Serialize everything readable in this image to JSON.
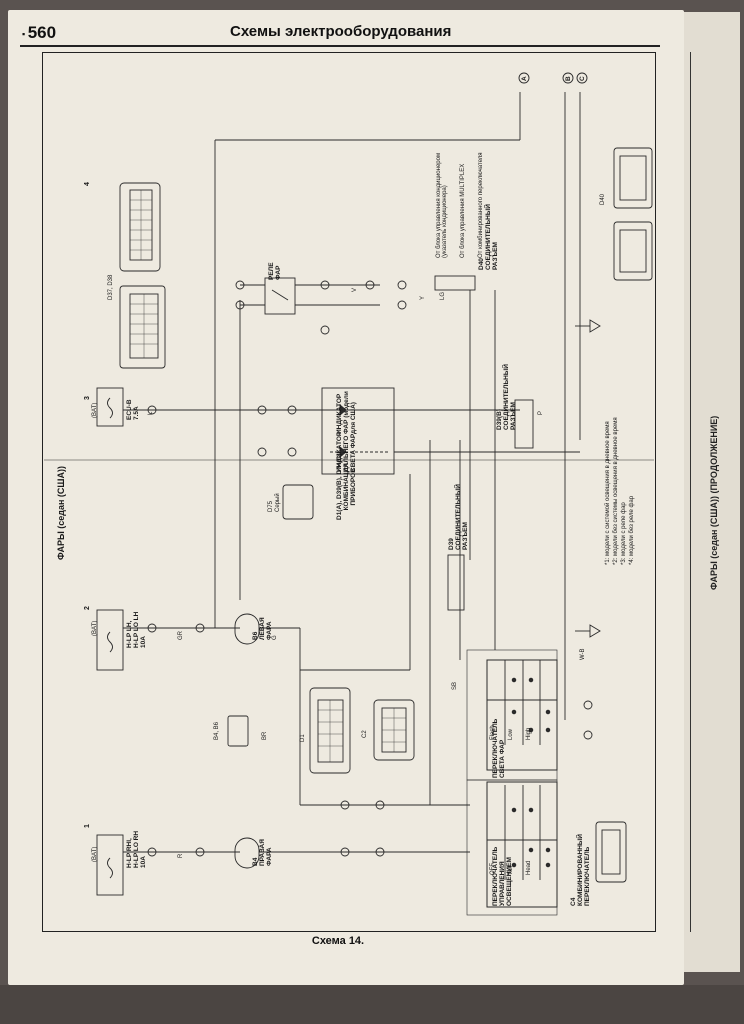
{
  "header": {
    "page_number": "560",
    "title": "Схемы электрооборудования"
  },
  "diagram_title": "ФАРЫ (седан (США))",
  "side_title": "ФАРЫ (седан (США)) (ПРОДОЛЖЕНИЕ)",
  "caption": "Схема 14.",
  "grid_numbers": [
    "1",
    "2",
    "3",
    "4"
  ],
  "fuses": [
    {
      "label": "H-LP RHI,\nH-LP LO RH\n10A"
    },
    {
      "label": "H-LP LH,\nH-LP LO LH\n10A"
    },
    {
      "label": "ECU-B\n7.5A"
    }
  ],
  "bat_label": "(BAT)",
  "connectors": {
    "d37_d38": "D37, D38",
    "d40": "D40",
    "d75": "D75\nСерый",
    "d1_c2": "D1",
    "c2": "C2",
    "b4_b6": "B4, B6",
    "c4": "C4"
  },
  "components": {
    "relay": "РЕЛЕ\nФАР",
    "left_lamp": "B6\nЛЕВАЯ\nФАРА",
    "right_lamp": "B4\nПРАВАЯ\nФАРА",
    "beam_indicator": "ИНДИКАТОР\nФАР (модели\nдля США)",
    "high_beam_indicator": "ИНДИКАТОР\nДАЛЬНЕГО\nСВЕТА ФАР",
    "combination": "D1(A), D39(B), D74(C)\nКОМБИНАЦИЯ\nПРИБОРОВ",
    "conn_d39": "D39\nСОЕДИНИТЕЛЬНЫЙ\nРАЗЪЕМ",
    "conn_d40": "D40\nСОЕДИНИТЕЛЬНЫЙ\nРАЗЪЕМ",
    "conn_d39b": "D39(B)\nСОЕДИНИТЕЛЬНЫЙ\nРАЗЪЕМ",
    "headlight_switch": "ПЕРЕКЛЮЧАТЕЛЬ\nСВЕТА ФАР",
    "light_control_switch": "ПЕРЕКЛЮЧАТЕЛЬ\nУПРАВЛЕНИЯ\nОСВЕЩЕНИЕМ",
    "combo_switch": "C4\nКОМБИНИРОВАННЫЙ\nПЕРЕКЛЮЧАТЕЛЬ"
  },
  "switch_positions": {
    "beam": [
      "Flash",
      "Low",
      "High"
    ],
    "light": [
      "OFF",
      "Tail",
      "Head"
    ]
  },
  "signal_sources": [
    "От блока управления кондиционером\n(указатель кондиционера)",
    "От блока управления MULTIPLEX",
    "От комбинированного переключателя"
  ],
  "right_terminals": [
    "A",
    "B",
    "C"
  ],
  "footnotes": [
    "*1: модели с системой освещения в дневное время",
    "*2: модели без системы освещения в дневное время",
    "*3: модели с реле фар",
    "*4: модели без реле фар"
  ],
  "wire_colors": [
    "L",
    "GR",
    "W-B",
    "BR",
    "R",
    "P",
    "V",
    "G",
    "LG",
    "SB",
    "Y"
  ]
}
